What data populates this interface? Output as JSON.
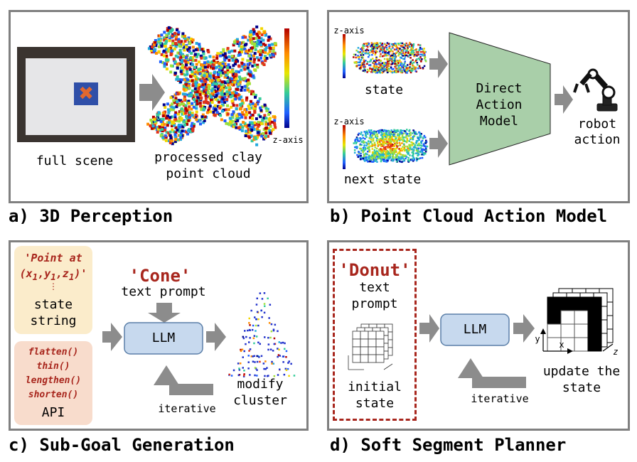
{
  "panel_a": {
    "caption": "a) 3D Perception",
    "scene_label": "full scene",
    "cloud_label_line1": "processed clay",
    "cloud_label_line2": "point cloud",
    "colorbar_label": "z-axis"
  },
  "panel_b": {
    "caption": "b) Point Cloud Action Model",
    "zaxis_top": "z-axis",
    "zaxis_bottom": "z-axis",
    "state_label": "state",
    "next_state_label": "next state",
    "model_line1": "Direct",
    "model_line2": "Action",
    "model_line3": "Model",
    "robot_line1": "robot",
    "robot_line2": "action"
  },
  "panel_c": {
    "caption": "c) Sub-Goal Generation",
    "point_line1": "'Point at",
    "point_line2": "(x1,y1,z1)'",
    "ellipsis": "⋮",
    "state_line1": "state",
    "state_line2": "string",
    "api_funcs": [
      "flatten()",
      "thin()",
      "lengthen()",
      "shorten()"
    ],
    "api_label": "API",
    "shape_word": "'Cone'",
    "prompt_label": "text prompt",
    "llm": "LLM",
    "iterative": "iterative",
    "modify_line1": "modify",
    "modify_line2": "cluster"
  },
  "panel_d": {
    "caption": "d) Soft Segment Planner",
    "shape_word": "'Donut'",
    "text_line1": "text",
    "text_line2": "prompt",
    "initial_line1": "initial",
    "initial_line2": "state",
    "llm": "LLM",
    "iterative": "iterative",
    "update_line1": "update the",
    "update_line2": "state",
    "axis_x": "x",
    "axis_y": "y",
    "axis_z": "z"
  },
  "colors": {
    "panel_border": "#808080",
    "arrow_gray": "#8c8c8c",
    "model_green": "#a9cfa9",
    "llm_blue": "#c7d9ee",
    "llm_border": "#5b7fa8",
    "state_box": "#fbeccb",
    "api_box": "#f8dccc",
    "dark_red": "#a8261d"
  }
}
